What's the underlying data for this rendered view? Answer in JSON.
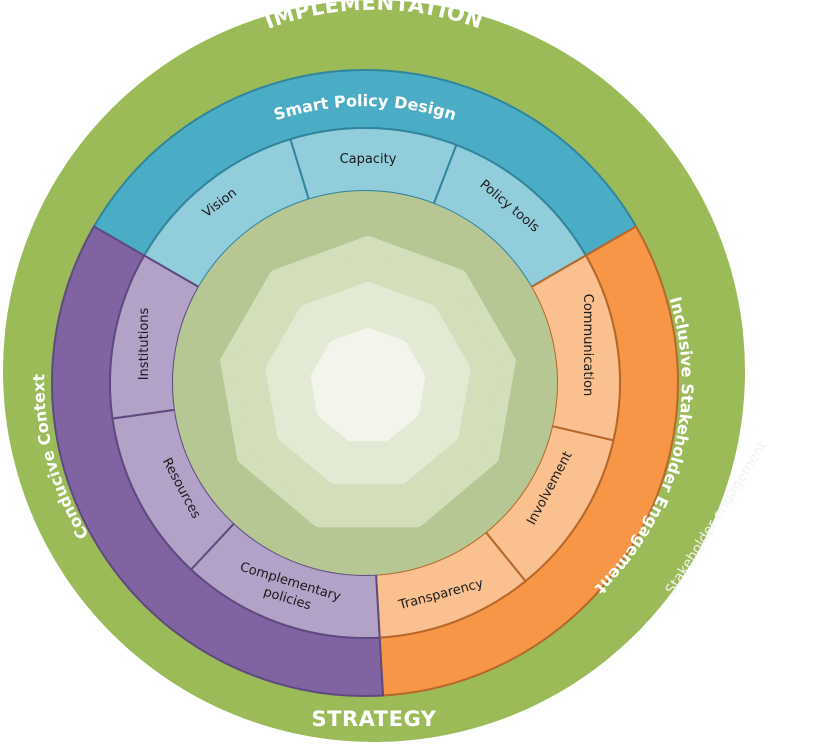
{
  "diagram": {
    "outer_ring": {
      "top_label": "IMPLEMENTATION",
      "bottom_label": "STRATEGY",
      "color": "#9bbb59"
    },
    "pillars": [
      {
        "id": "smart-policy-design",
        "label": "Smart Policy Design",
        "color": "#4bacc6",
        "light_color": "#92cddc",
        "stroke": "#31859c",
        "components": [
          "Vision",
          "Capacity",
          "Policy tools"
        ]
      },
      {
        "id": "inclusive-stakeholder-engagement",
        "label": "Inclusive Stakeholder Engagement",
        "color": "#f79646",
        "light_color": "#fac090",
        "stroke": "#b6672a",
        "components": [
          "Communication",
          "Involvement",
          "Transparency"
        ]
      },
      {
        "id": "conducive-context",
        "label": "Conducive Context",
        "color": "#8064a2",
        "light_color": "#b3a2c7",
        "stroke": "#5f4a80",
        "components": [
          "Complementary policies",
          "Resources",
          "Institutions"
        ]
      }
    ],
    "core": {
      "disc_color": "#b6c794",
      "layer_colors": [
        "#d3deba",
        "#e3ead3",
        "#f3f5ec"
      ]
    },
    "ghost_text": "Stakeholder engagement"
  }
}
